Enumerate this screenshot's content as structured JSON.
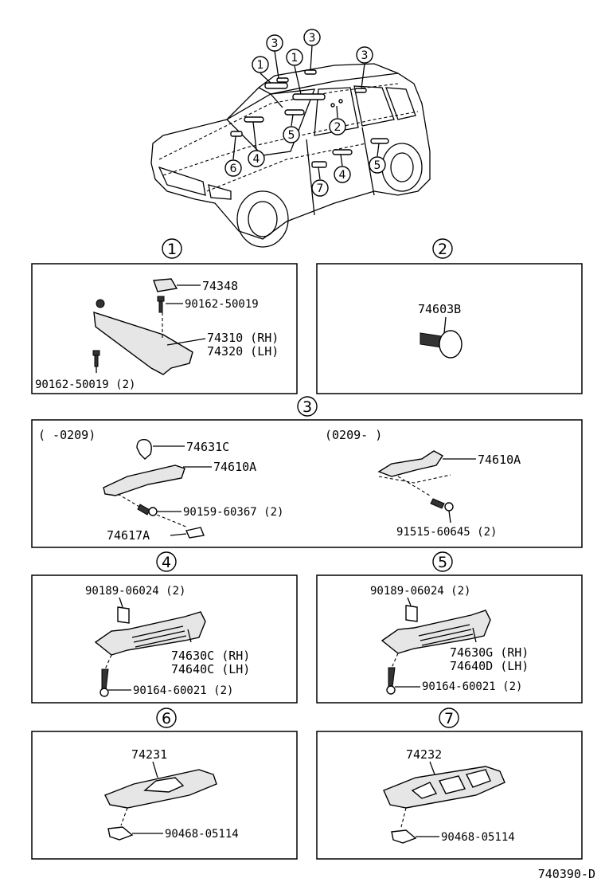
{
  "overview": {
    "callouts": [
      "3",
      "3",
      "1",
      "1",
      "3",
      "2",
      "5",
      "4",
      "6",
      "4",
      "5",
      "7"
    ]
  },
  "sections": {
    "s1": {
      "num": "1",
      "labels": [
        "74348",
        "90162-50019",
        "74310 (RH)",
        "74320 (LH)",
        "90162-50019 (2)"
      ]
    },
    "s2": {
      "num": "2",
      "labels": [
        "74603B"
      ]
    },
    "s3": {
      "num": "3",
      "left_range": "(      -0209)",
      "right_range": "(0209-      )",
      "labels": [
        "74631C",
        "74610A",
        "90159-60367 (2)",
        "74617A",
        "74610A",
        "91515-60645 (2)"
      ]
    },
    "s4": {
      "num": "4",
      "labels": [
        "90189-06024 (2)",
        "74630C (RH)",
        "74640C (LH)",
        "90164-60021 (2)"
      ]
    },
    "s5": {
      "num": "5",
      "labels": [
        "90189-06024 (2)",
        "74630G (RH)",
        "74640D (LH)",
        "90164-60021 (2)"
      ]
    },
    "s6": {
      "num": "6",
      "labels": [
        "74231",
        "90468-05114"
      ]
    },
    "s7": {
      "num": "7",
      "labels": [
        "74232",
        "90468-05114"
      ]
    }
  },
  "footer": {
    "code": "740390-D"
  }
}
